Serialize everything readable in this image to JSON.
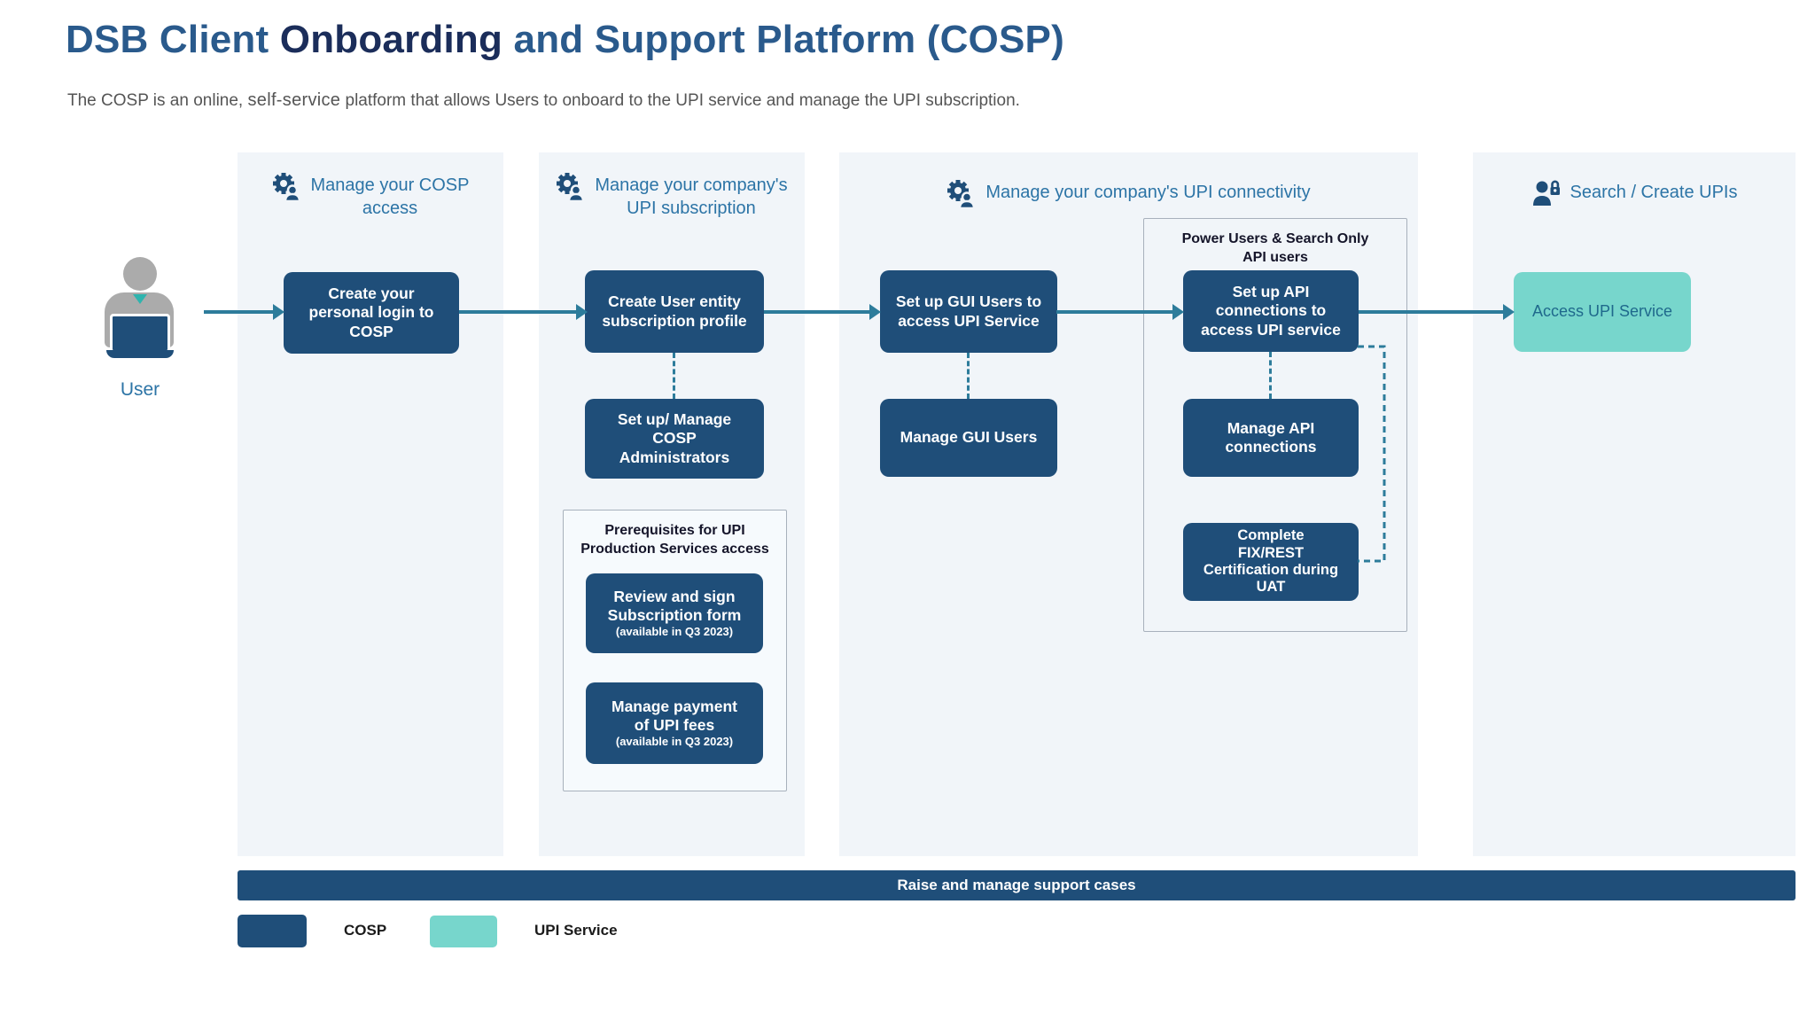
{
  "title": {
    "part1": "DSB Client ",
    "part2": "Onboarding",
    "part3": " and Support Platform (COSP)"
  },
  "subtitle": {
    "lead": "The COSP is an online, ",
    "highlight": "self-service",
    "rest": " platform that allows Users to onboard to the UPI service and manage the UPI subscription."
  },
  "user": {
    "label": "User"
  },
  "columns": [
    {
      "icon": "gear-user-icon",
      "title": "Manage your COSP\naccess"
    },
    {
      "icon": "gear-user-icon",
      "title": "Manage your company's\nUPI subscription"
    },
    {
      "icon": "gear-user-icon",
      "title": "Manage your company's UPI connectivity"
    },
    {
      "icon": "user-lock-icon",
      "title": "Search / Create UPIs"
    }
  ],
  "boxes": {
    "create_login": {
      "label": "Create your\npersonal login to\nCOSP"
    },
    "create_subscription": {
      "label": "Create User entity\nsubscription profile"
    },
    "setup_gui_users": {
      "label": "Set up GUI Users to\naccess UPI Service"
    },
    "setup_api_connections": {
      "label": "Set up API\nconnections to\naccess UPI service"
    },
    "access_upi_service": {
      "label": "Access UPI Service"
    },
    "manage_cosp_admins": {
      "label": "Set up/ Manage\nCOSP\nAdministrators"
    },
    "manage_gui_users": {
      "label": "Manage GUI Users"
    },
    "manage_api_connections": {
      "label": "Manage API\nconnections"
    },
    "complete_certification": {
      "label": "Complete\nFIX/REST\nCertification during\nUAT"
    },
    "review_sign_form": {
      "label": "Review and sign\nSubscription form",
      "note": "(available in Q3 2023)"
    },
    "manage_payment": {
      "label": "Manage payment\nof UPI fees",
      "note": "(available in Q3 2023)"
    }
  },
  "groups": {
    "power_users": {
      "title": "Power Users & Search Only\nAPI users"
    },
    "prerequisites": {
      "title": "Prerequisites for UPI\nProduction Services access"
    }
  },
  "banner": {
    "label": "Raise and manage support cases"
  },
  "legend": {
    "items": [
      {
        "label": "COSP",
        "color": "#1F4E79"
      },
      {
        "label": "UPI Service",
        "color": "#77D6CC"
      }
    ]
  },
  "colors": {
    "cosp_navy": "#1F4E79",
    "upi_teal": "#77D6CC",
    "arrow_teal_blue": "#2D7C9B",
    "header_blue": "#2C74A6",
    "panel_background": "#F1F5F9",
    "title_blue": "#2A5A8C",
    "title_navy": "#1B2D5A"
  }
}
